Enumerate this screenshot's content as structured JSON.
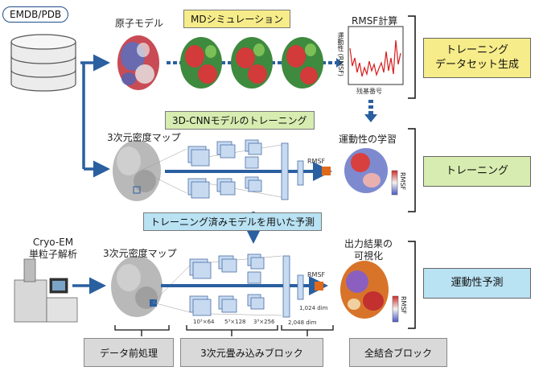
{
  "labels": {
    "database": "EMDB/PDB",
    "atomic_model": "原子モデル",
    "md_simulation": "MDシミュレーション",
    "rmsf_calc": "RMSF計算",
    "rmsf_ylabel": "運動性 (RMSF)",
    "rmsf_xlabel": "残基番号",
    "cnn_training": "3D-CNNモデルのトレーニング",
    "density_map": "3次元密度マップ",
    "learning": "運動性の学習",
    "rmsf": "RMSF",
    "prediction_banner": "トレーニング済みモデルを用いた予測",
    "cryo_em_1": "Cryo-EM",
    "cryo_em_2": "単粒子解析",
    "visualization_1": "出力結果の",
    "visualization_2": "可視化"
  },
  "stages": {
    "dataset": "トレーニング\nデータセット生成",
    "training": "トレーニング",
    "prediction": "運動性予測"
  },
  "dims": {
    "conv1": "10³×64",
    "conv2": "5³×128",
    "conv3": "3³×256",
    "fc1024": "1,024 dim",
    "fc2048": "2,048 dim"
  },
  "bottom": {
    "preprocessing": "データ前処理",
    "conv_block": "3次元畳み込みブロック",
    "fc_block": "全結合ブロック"
  },
  "colors": {
    "flow_blue": "#2a5fa0",
    "stage_yellow": "#f7ec8a",
    "stage_green": "#d7ecb0",
    "stage_cyan": "#b9e2f3",
    "rmsf_line": "#d81c1c",
    "output_orange": "#e06a1a"
  }
}
